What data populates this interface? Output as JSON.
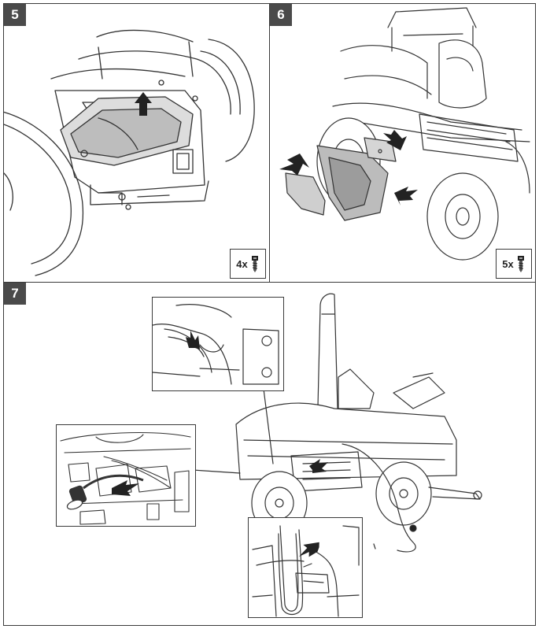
{
  "steps": [
    {
      "number": "5",
      "quantity": "4x",
      "icon": "screw-icon"
    },
    {
      "number": "6",
      "quantity": "5x",
      "icon": "screw-icon"
    },
    {
      "number": "7"
    }
  ]
}
